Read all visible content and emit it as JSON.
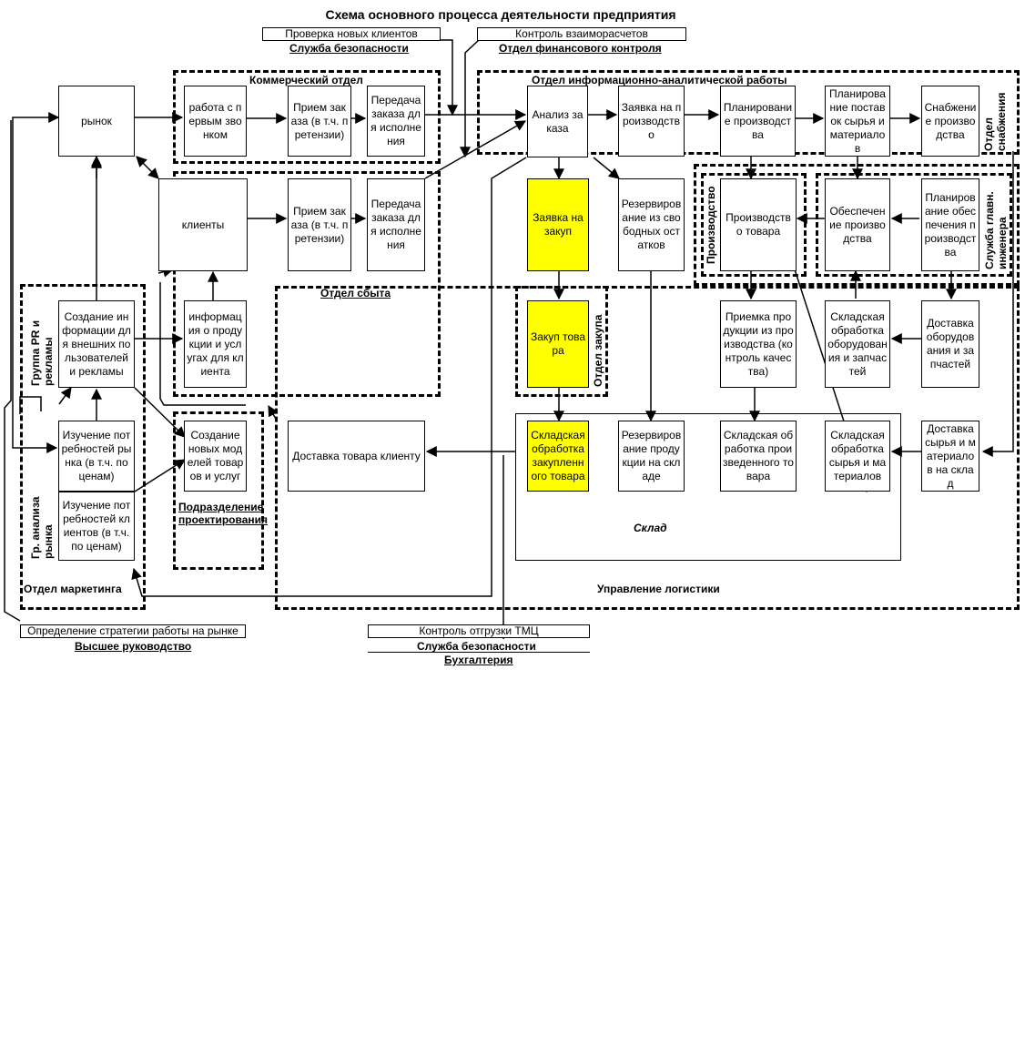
{
  "title": "Схема основного процесса деятельности предприятия",
  "controls": {
    "new_clients_check": "Проверка новых клиентов",
    "security_service_top": "Служба безопасности",
    "settlements_control": "Контроль взаиморасчетов",
    "financial_control_dept": "Отдел финансового контроля",
    "market_strategy": "Определение стратегии работы на рынке",
    "top_management": "Высшее руководство",
    "shipment_control": "Контроль отгрузки ТМЦ",
    "security_service_bottom": "Служба безопасности",
    "accounting": "Бухгалтерия"
  },
  "departments": {
    "commercial": "Коммерческий отдел",
    "info_analytics": "Отдел информационно-аналитической работы",
    "sales": "Отдел сбыта",
    "marketing": "Отдел маркетинга",
    "design": "Подразделение проектирования",
    "pr": "Группа PR и рекламы",
    "market_analysis": "Гр. анализа рынка",
    "procurement": "Отдел закупа",
    "supply": "Отдел снабжения",
    "production": "Производство",
    "chief_engineer": "Служба главн. инженера",
    "warehouse": "Склад",
    "logistics": "Управление логистики"
  },
  "boxes": {
    "market": "рынок",
    "first_call": "работа с первым звонком",
    "order_intake_1": "Прием заказа (в т.ч. претензии)",
    "transfer_1": "Передача заказа для исполнения",
    "order_analysis": "Анализ заказа",
    "production_request": "Заявка на производство",
    "production_planning": "Планирование производства",
    "supply_planning": "Планирование поставок сырья и материалов",
    "production_supply": "Снабжение производства",
    "clients": "клиенты",
    "order_intake_2": "Прием заказа (в т.ч. претензии)",
    "transfer_2": "Передача заказа для исполнения",
    "purchase_request": "Заявка на закуп",
    "reserve_free_stock": "Резервирование из свободных остатков",
    "goods_production": "Производство товара",
    "production_support": "Обеспечение производства",
    "support_planning": "Планирование обеспечения производства",
    "info_products_for_client": "информация о продукции и услугах для клиента",
    "info_for_external": "Создание информации для внешних пользователей и рекламы",
    "goods_purchase": "Закуп товара",
    "production_acceptance": "Приемка продукции из производства (контроль качества)",
    "equipment_handling": "Складская обработка оборудования и запчастей",
    "equipment_delivery": "Доставка оборудования и запчастей",
    "market_needs_study": "Изучение потребностей рынка (в т.ч. по ценам)",
    "client_needs_study": "Изучение потребностей клиентов (в т.ч. по ценам)",
    "new_models": "Создание новых моделей товаров и услуг",
    "delivery_to_client": "Доставка товара клиенту",
    "purchased_goods_handling": "Складская обработка закупленного товара",
    "reserve_at_warehouse": "Резервирование продукции на складе",
    "produced_goods_handling": "Складская обработка произведенного товара",
    "raw_materials_handling": "Складская обработка сырья и материалов",
    "raw_materials_delivery": "Доставка сырья и материалов на склад"
  },
  "colors": {
    "line": "#000000",
    "highlight": "#ffff00"
  }
}
